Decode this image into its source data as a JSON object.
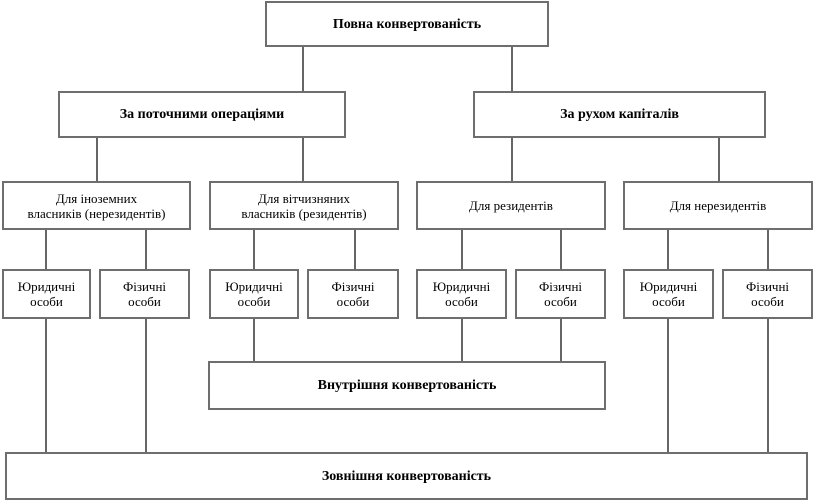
{
  "diagram": {
    "root": "Повна конвертованість",
    "level1": {
      "current": "За поточними операціями",
      "capital": "За рухом капіталів"
    },
    "level2": {
      "foreign_line1": "Для іноземних",
      "foreign_line2": "власників (нерезидентів)",
      "domestic_line1": "Для вітчизняних",
      "domestic_line2": "власників (резидентів)",
      "residents": "Для резидентів",
      "nonresidents": "Для нерезидентів"
    },
    "leaves": {
      "legal_line1": "Юридичні",
      "legal_line2": "особи",
      "natural_line1": "Фізичні",
      "natural_line2": "особи"
    },
    "internal": "Внутрішня конвертованість",
    "external": "Зовнішня конвертованість"
  }
}
